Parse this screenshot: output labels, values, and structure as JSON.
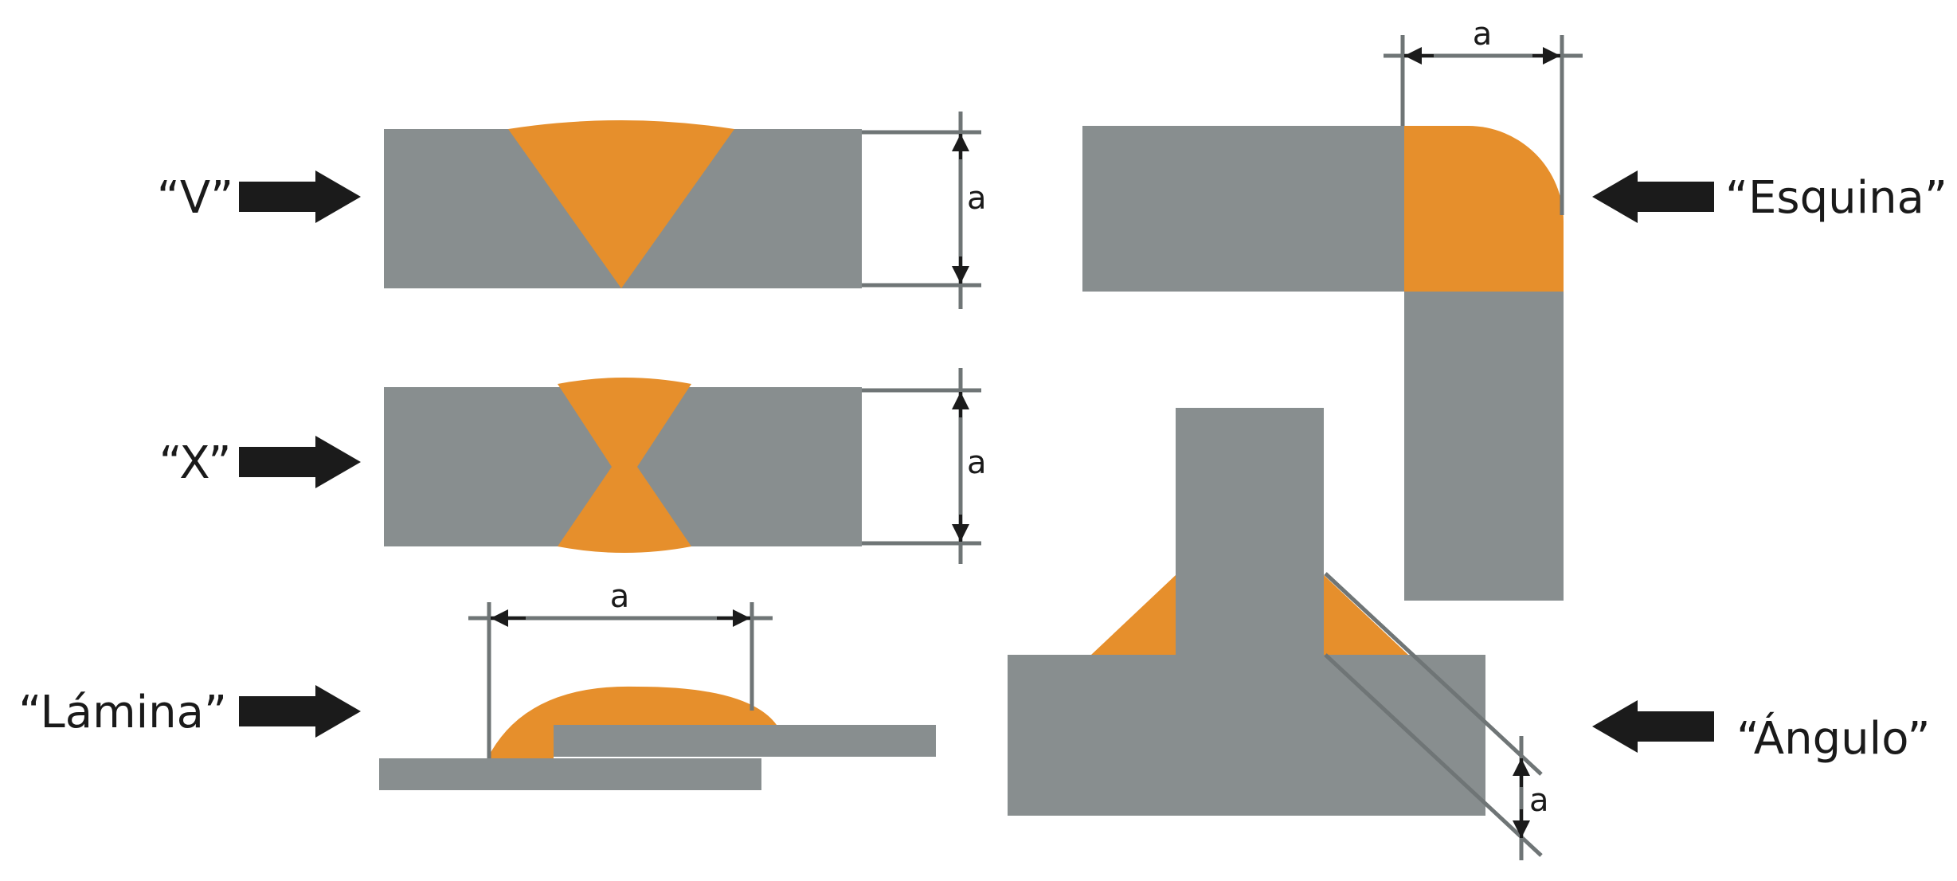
{
  "colors": {
    "metal": "#888e8f",
    "weld": "#e68f2c",
    "dimension_line": "#6f7576",
    "arrow": "#1b1b1b",
    "text": "#1a1a1a",
    "background": "#ffffff"
  },
  "labels": {
    "v": "“V”",
    "x": "“X”",
    "lamina": "“Lámina”",
    "esquina": "“Esquina”",
    "angulo": "“Ángulo”"
  },
  "dimensions": {
    "v": "a",
    "x": "a",
    "lamina": "a",
    "esquina": "a",
    "angulo": "a"
  },
  "icons": {
    "pointer_right": "arrow-right-icon",
    "pointer_left": "arrow-left-icon"
  }
}
